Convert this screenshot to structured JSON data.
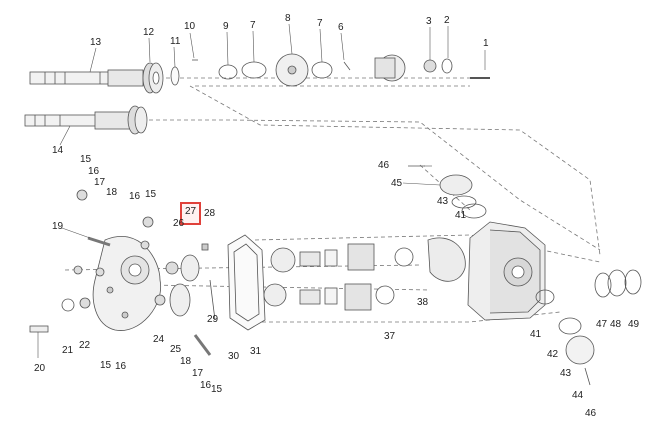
{
  "diagram": {
    "highlight_color": "#e0403a",
    "highlighted_part": "27",
    "callouts": [
      {
        "id": "c1",
        "label": "1"
      },
      {
        "id": "c2",
        "label": "2"
      },
      {
        "id": "c3",
        "label": "3"
      },
      {
        "id": "c6",
        "label": "6"
      },
      {
        "id": "c7a",
        "label": "7"
      },
      {
        "id": "c8",
        "label": "8"
      },
      {
        "id": "c7b",
        "label": "7"
      },
      {
        "id": "c9",
        "label": "9"
      },
      {
        "id": "c10",
        "label": "10"
      },
      {
        "id": "c11",
        "label": "11"
      },
      {
        "id": "c12",
        "label": "12"
      },
      {
        "id": "c13",
        "label": "13"
      },
      {
        "id": "c14",
        "label": "14"
      },
      {
        "id": "c15a",
        "label": "15"
      },
      {
        "id": "c16a",
        "label": "16"
      },
      {
        "id": "c17a",
        "label": "17"
      },
      {
        "id": "c18a",
        "label": "18"
      },
      {
        "id": "c16b",
        "label": "16"
      },
      {
        "id": "c15b",
        "label": "15"
      },
      {
        "id": "c19",
        "label": "19"
      },
      {
        "id": "c26",
        "label": "26"
      },
      {
        "id": "c27",
        "label": "27"
      },
      {
        "id": "c28",
        "label": "28"
      },
      {
        "id": "c29",
        "label": "29"
      },
      {
        "id": "c30",
        "label": "30"
      },
      {
        "id": "c31",
        "label": "31"
      },
      {
        "id": "c37",
        "label": "37"
      },
      {
        "id": "c38",
        "label": "38"
      },
      {
        "id": "c46a",
        "label": "46"
      },
      {
        "id": "c45",
        "label": "45"
      },
      {
        "id": "c43a",
        "label": "43"
      },
      {
        "id": "c41a",
        "label": "41"
      },
      {
        "id": "c41b",
        "label": "41"
      },
      {
        "id": "c42",
        "label": "42"
      },
      {
        "id": "c43b",
        "label": "43"
      },
      {
        "id": "c44",
        "label": "44"
      },
      {
        "id": "c46b",
        "label": "46"
      },
      {
        "id": "c47",
        "label": "47"
      },
      {
        "id": "c48",
        "label": "48"
      },
      {
        "id": "c49",
        "label": "49"
      },
      {
        "id": "c20",
        "label": "20"
      },
      {
        "id": "c21",
        "label": "21"
      },
      {
        "id": "c22",
        "label": "22"
      },
      {
        "id": "c15c",
        "label": "15"
      },
      {
        "id": "c16c",
        "label": "16"
      },
      {
        "id": "c24",
        "label": "24"
      },
      {
        "id": "c25",
        "label": "25"
      },
      {
        "id": "c18b",
        "label": "18"
      },
      {
        "id": "c17b",
        "label": "17"
      },
      {
        "id": "c16d",
        "label": "16"
      },
      {
        "id": "c15d",
        "label": "15"
      }
    ]
  }
}
